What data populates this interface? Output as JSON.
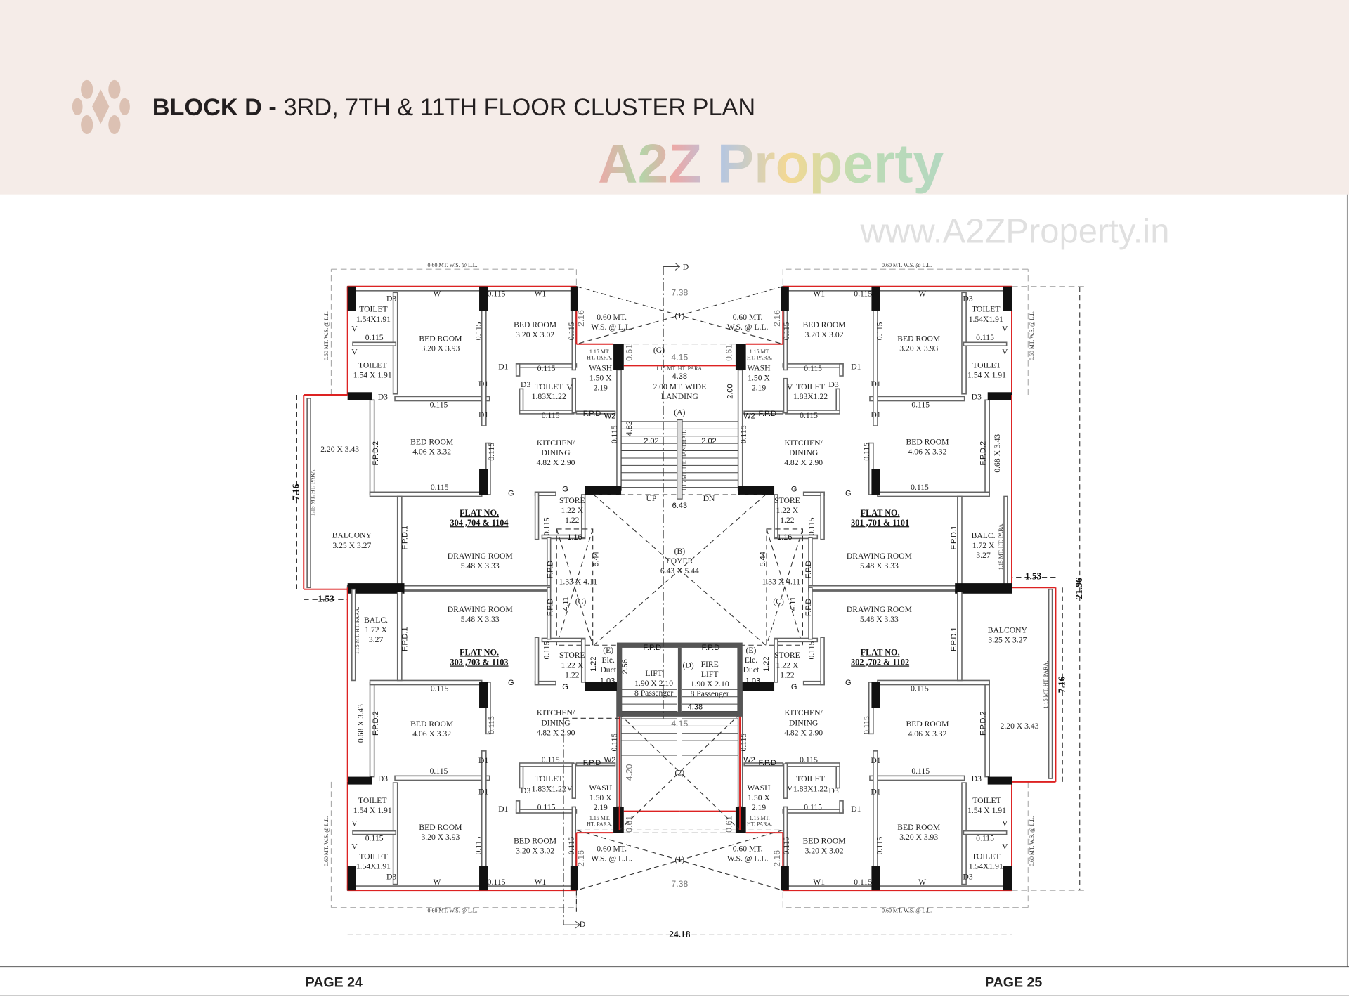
{
  "header": {
    "title_bold": "BLOCK D -",
    "title_rest": "3RD, 7TH & 11TH FLOOR CLUSTER PLAN",
    "logo_icon": "diamond-lattice-logo",
    "band_color": "#f5ece8",
    "logo_color": "#dcc1b3"
  },
  "watermark": {
    "brand": "A2Z Property",
    "url": "www.A2ZProperty.in"
  },
  "footer": {
    "left_page": "PAGE 24",
    "right_page": "PAGE 25"
  },
  "plan": {
    "codes": {
      "W": "W",
      "W1": "W1",
      "W2": "W2",
      "D1": "D1",
      "D3": "D3",
      "G": "G",
      "V": "V",
      "FPD": "F.P.D",
      "FPD1": "F.P.D.1",
      "FPD2": "F.P.D.2",
      "thk": "0.115",
      "ws": "0.60 MT. W.S. @ L.L.",
      "ws1": "0.60 MT.",
      "ws2": "W.S. @ L.L.",
      "para": "1.15 MT. HT. PARA.",
      "para1": "1.15 MT.",
      "para2": "HT. PARA."
    },
    "rooms": {
      "toilet": "TOILET",
      "toilet_a_size": "1.54X1.91",
      "toilet_b_size": "1.54 X 1.91",
      "toilet_c_size": "1.83X1.22",
      "bed_room": "BED ROOM",
      "bed_a_size": "3.20 X 3.93",
      "bed_b_size": "3.20 X 3.02",
      "bed_c_size": "4.06 X 3.32",
      "wash": "WASH",
      "wash_size_1": "1.50 X",
      "wash_size_2": "2.19",
      "kitchen": "KITCHEN/",
      "dining": "DINING",
      "kitchen_size": "4.82 X 2.90",
      "store": "STORE",
      "store_size_1": "1.22 X",
      "store_size_2": "1.22",
      "drawing": "DRAWING ROOM",
      "drawing_size": "5.48 X 3.33",
      "shaft_width": "1.16",
      "shaft_size": "1.33 X 4.11",
      "shaft_tag": "(C)",
      "shaft_len": "4.11",
      "foyer_len": "5.44"
    },
    "flats": [
      {
        "flat_label": "FLAT NO.",
        "numbers": "304 ,704 & 1104",
        "balcony_lines": [
          "BALCONY",
          "3.25 X 3.27"
        ],
        "extra_size": "2.20 X 3.43",
        "wing_height": "7.16",
        "wing_width": "1.53"
      },
      {
        "flat_label": "FLAT NO.",
        "numbers": "301 ,701 & 1101",
        "balcony_lines": [
          "BALC.",
          "1.72 X",
          "3.27"
        ],
        "extra_size": "0.68 X 3.43"
      },
      {
        "flat_label": "FLAT NO.",
        "numbers": "303 ,703 & 1103",
        "balcony_lines": [
          "BALC.",
          "1.72 X",
          "3.27"
        ],
        "extra_size": "0.68 X 3.43"
      },
      {
        "flat_label": "FLAT NO.",
        "numbers": "302 ,702 & 1102",
        "balcony_lines": [
          "BALCONY",
          "3.25 X 3.27"
        ],
        "extra_size": "2.20 X 3.43",
        "wing_height": "7.16",
        "wing_width": "1.53"
      }
    ],
    "core": {
      "open_tag": "(1)",
      "open_width": "7.38",
      "dim_216": "2.16",
      "dim_061": "0.61",
      "g_tag": "(G)",
      "dim_415": "4.15",
      "para_full": "1.15 MT. HT. PARA.",
      "dim_438": "4.38",
      "landing_1": "2.00 MT. WIDE",
      "landing_2": "LANDING",
      "dim_200": "2.00",
      "stair_tag": "(A)",
      "dim_482": "4.82",
      "flight": "2.02",
      "handrail": "1.15 MT. HT. HANDRAIL",
      "up": "UP",
      "dn": "DN",
      "dim_643": "6.43",
      "foyer_tag": "(B)",
      "foyer": "FOYER",
      "foyer_size": "6.43 X 5.44",
      "duct_tag": "(E)",
      "duct_1": "Ele.",
      "duct_2": "Duct",
      "duct_w": "1.03",
      "duct_h": "1.22",
      "lift_h": "2.56",
      "lift": "LIFT",
      "lift_size": "1.90 X 2.10",
      "lift_cap": "8 Passenger",
      "fire_tag": "(D)",
      "fire": "FIRE",
      "lower_tag": "(2)",
      "dim_420": "4.20",
      "section": "D",
      "overall_width": "24.18",
      "overall_depth": "21.96"
    }
  }
}
